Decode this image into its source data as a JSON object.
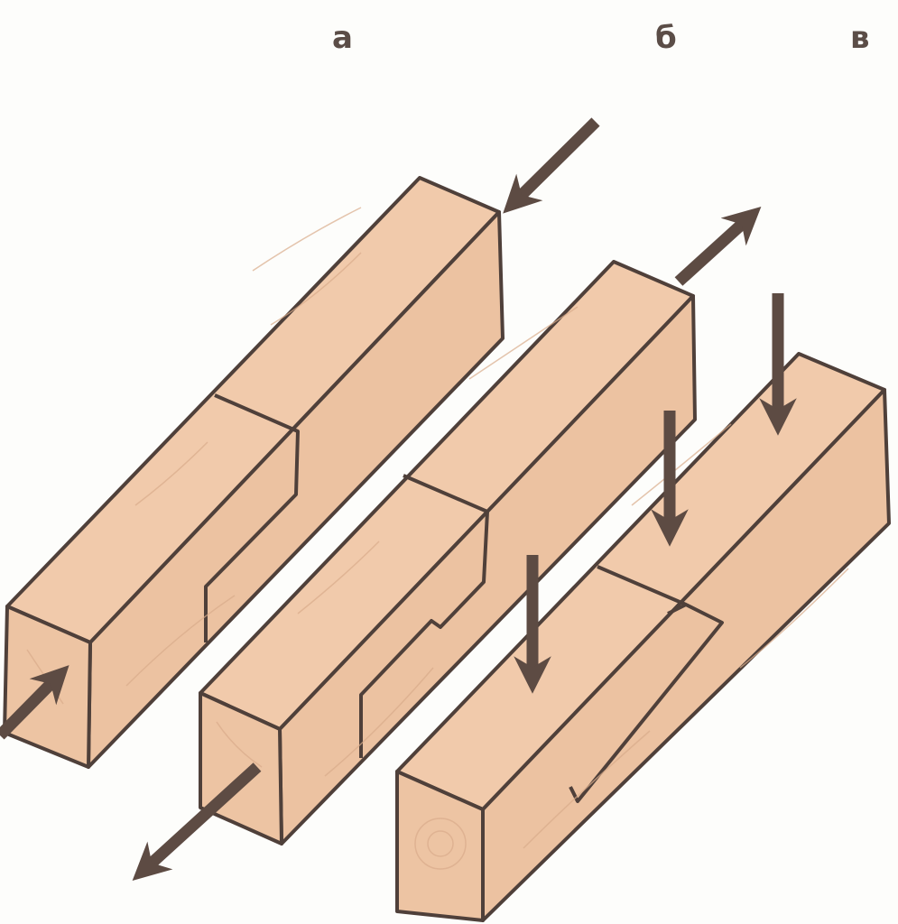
{
  "labels": {
    "a": "а",
    "b": "б",
    "v": "в"
  },
  "colors": {
    "wood": "#efc6a6",
    "outline": "#4f403a",
    "arrow": "#5d4b43"
  }
}
